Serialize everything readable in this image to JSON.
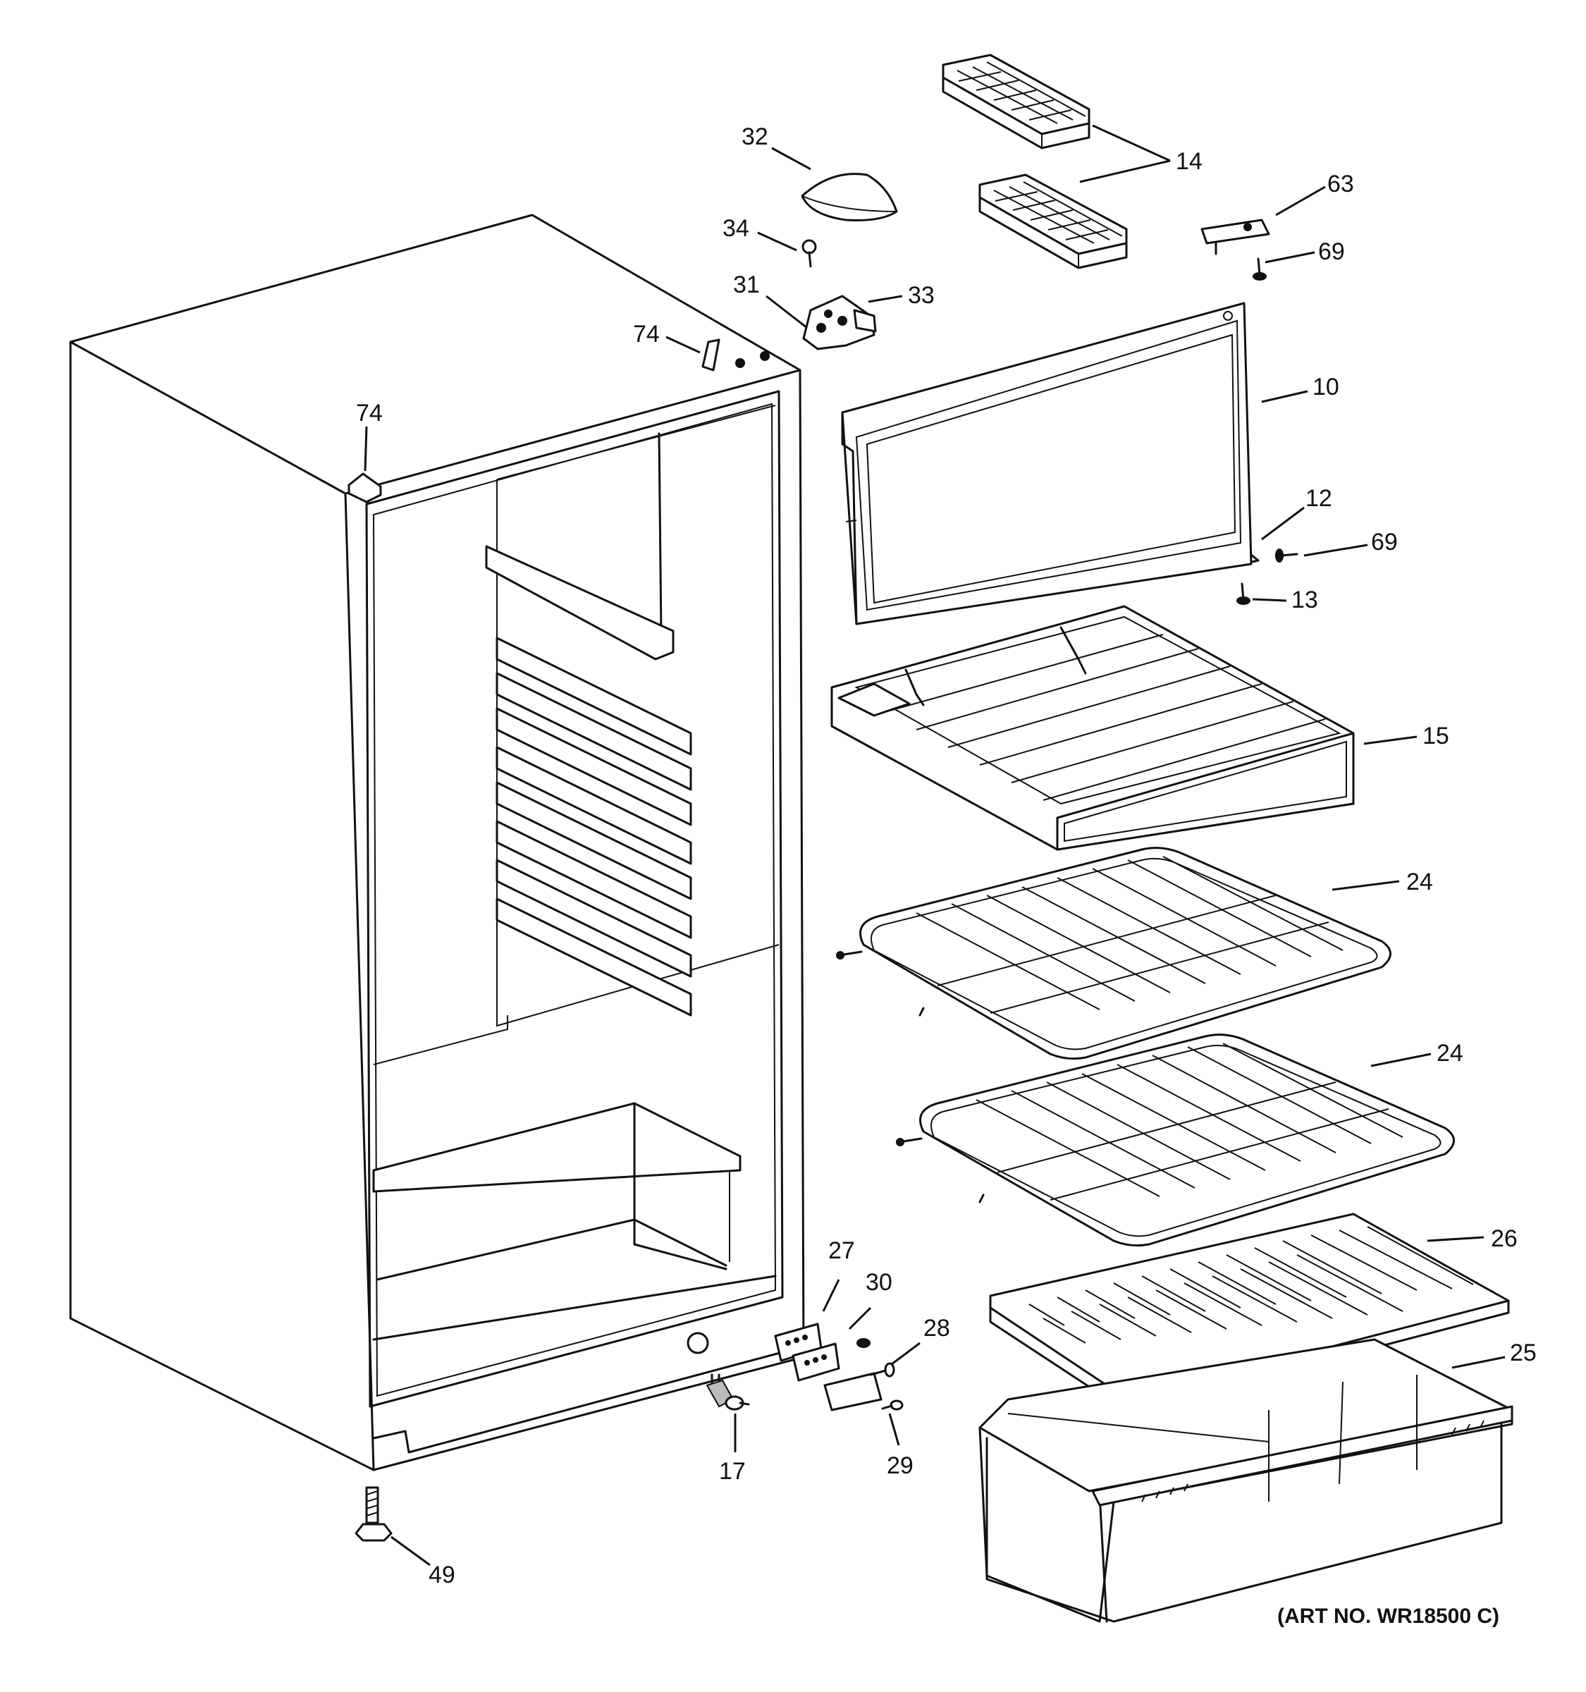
{
  "art_number": "(ART NO. WR18500 C)",
  "callouts": {
    "c10": "10",
    "c12": "12",
    "c13": "13",
    "c14": "14",
    "c15": "15",
    "c17": "17",
    "c24a": "24",
    "c24b": "24",
    "c25": "25",
    "c26": "26",
    "c27": "27",
    "c28": "28",
    "c29": "29",
    "c30": "30",
    "c31": "31",
    "c32": "32",
    "c33": "33",
    "c34": "34",
    "c49": "49",
    "c63": "63",
    "c69a": "69",
    "c69b": "69",
    "c74a": "74",
    "c74b": "74"
  }
}
